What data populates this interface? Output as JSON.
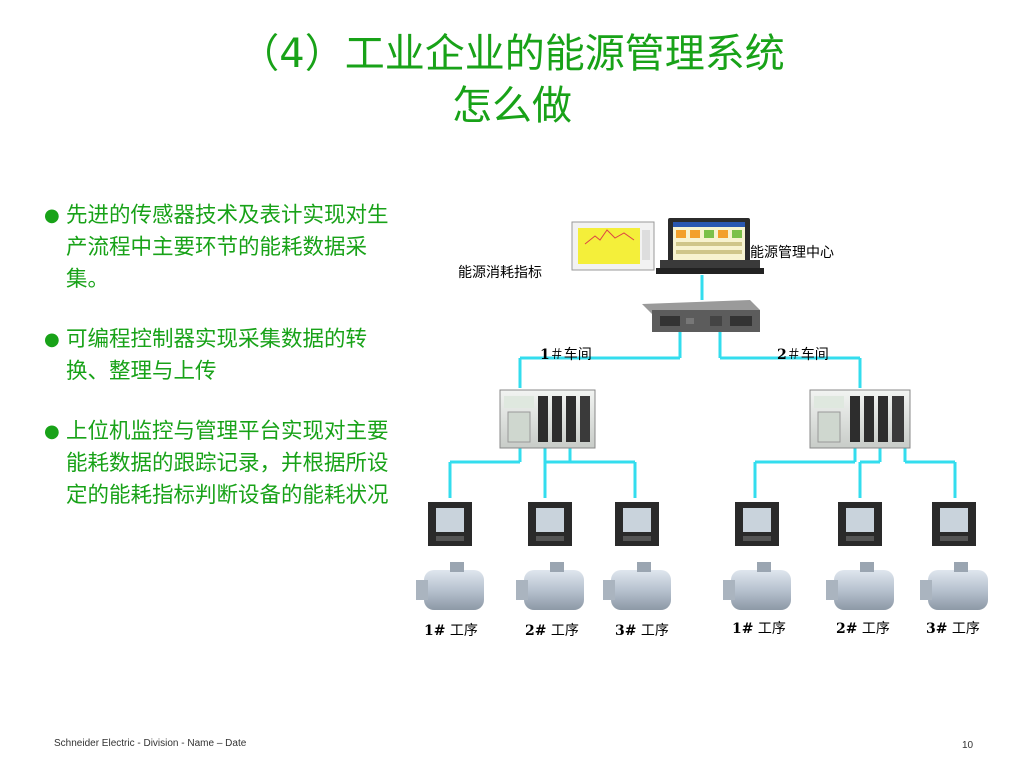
{
  "slide": {
    "title_line1": "（4）工业企业的能源管理系统",
    "title_line2": "怎么做",
    "bullets": [
      "先进的传感器技术及表计实现对生产流程中主要环节的能耗数据采集。",
      "可编程控制器实现采集数据的转换、整理与上传",
      "上位机监控与管理平台实现对主要能耗数据的跟踪记录，并根据所设定的能耗指标判断设备的能耗状况"
    ],
    "bullet_symbol": "●",
    "footer_left": "Schneider Electric - Division - Name – Date",
    "page_number": "10"
  },
  "diagram": {
    "label_energy_index": "能源消耗指标",
    "label_energy_center": "能源管理中心",
    "workshop1_num": "1",
    "workshop1_text": "＃车间",
    "workshop2_num": "2",
    "workshop2_text": "＃车间",
    "processes": [
      {
        "num": "1#",
        "text": " 工序"
      },
      {
        "num": "2#",
        "text": " 工序"
      },
      {
        "num": "3#",
        "text": " 工序"
      },
      {
        "num": "1#",
        "text": " 工序"
      },
      {
        "num": "2#",
        "text": " 工序"
      },
      {
        "num": "3#",
        "text": " 工序"
      }
    ]
  },
  "colors": {
    "title_green": "#18a218",
    "connector_cyan": "#33ddee"
  }
}
